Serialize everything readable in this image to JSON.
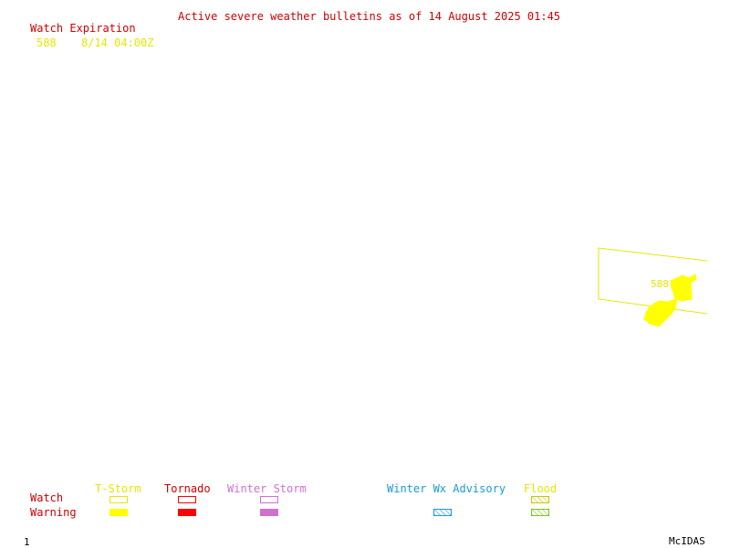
{
  "colors": {
    "background": "#ffffff",
    "header_red": "#cc0000",
    "tstorm_yellow": "#ffff00",
    "tornado_red": "#ff0000",
    "winter_storm_violet": "#d070d0",
    "winter_wx_blue": "#1a9ad6",
    "flood_green": "#80c020",
    "flood_watch_yellow": "#c8c800",
    "watch_text_yellow": "#e6e600"
  },
  "header": {
    "title": "Active severe weather bulletins as of 14 August 2025 01:45"
  },
  "watch_list": {
    "heading": "Watch Expiration",
    "rows": [
      {
        "number": "588",
        "expiration": "8/14 04:00Z"
      }
    ]
  },
  "map": {
    "watch_label": "588"
  },
  "legend": {
    "row_labels": {
      "watch": "Watch",
      "warning": "Warning"
    },
    "categories": [
      {
        "name": "T-Storm",
        "color": "#ffff00",
        "watch_style": "outline",
        "warning_style": "filled"
      },
      {
        "name": "Tornado",
        "color": "#ff0000",
        "watch_style": "outline",
        "warning_style": "filled"
      },
      {
        "name": "Winter Storm",
        "color": "#d070d0",
        "watch_style": "outline",
        "warning_style": "filled"
      },
      {
        "name": "Winter Wx Advisory",
        "color": "#1a9ad6",
        "watch_style": "none",
        "warning_style": "hatched"
      },
      {
        "name": "Flood",
        "color": "#80c020",
        "watch_style": "hatched",
        "warning_style": "hatched"
      }
    ]
  },
  "footer": {
    "frame_number": "1",
    "brand": "McIDAS"
  }
}
